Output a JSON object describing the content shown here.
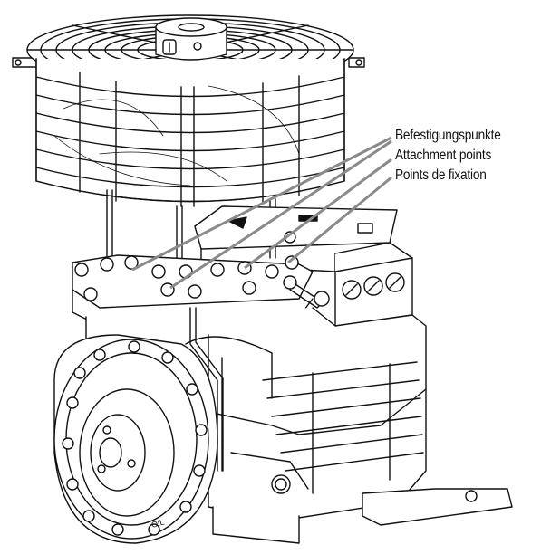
{
  "callout": {
    "label_de": "Befestigungspunkte",
    "label_en": "Attachment points",
    "label_fr": "Points de fixation"
  },
  "markings": {
    "oil_label": "OIL"
  },
  "colors": {
    "line_art": "#111111",
    "callout_leader": "#8a8a8a",
    "background": "#ffffff"
  }
}
